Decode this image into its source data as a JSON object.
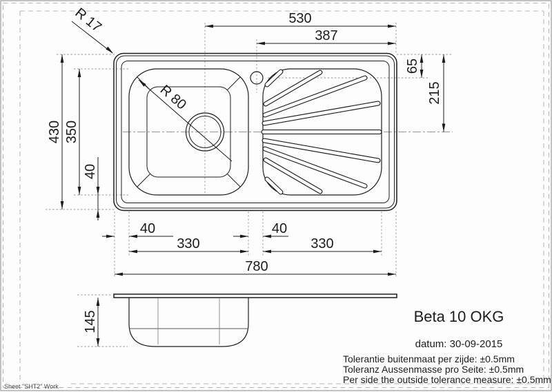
{
  "page": {
    "sheet_label": "Sheet \"SHT2\" Work"
  },
  "title_block": {
    "product_name": "Beta 10 OKG",
    "date_line": "datum: 30-09-2015",
    "tolerance_lines": [
      "Tolerantie buitenmaat per zijde: ±0.5mm",
      "Toleranz Aussenmasse pro Seite: ±0.5mm",
      "Per side the outside tolerance measure: ±0.5mm"
    ]
  },
  "dimensions": {
    "top_width_530": "530",
    "top_width_387": "387",
    "corner_radius": "R 17",
    "bowl_radius": "R 80",
    "overall_depth_430": "430",
    "bowl_depth_350": "350",
    "left_margin_40": "40",
    "tap_offset_65": "65",
    "center_offset_215": "215",
    "bottom_left_margin_40": "40",
    "bottom_bowl_width_330": "330",
    "bottom_middle_margin_40": "40",
    "bottom_board_width_330": "330",
    "overall_width_780": "780",
    "side_depth_145": "145"
  }
}
